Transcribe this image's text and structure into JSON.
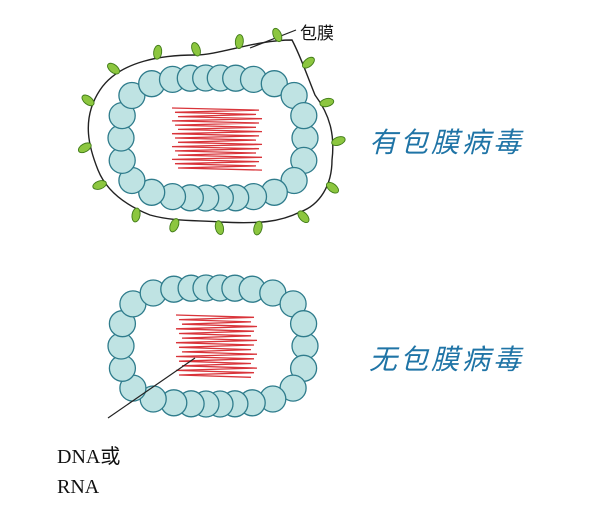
{
  "labels": {
    "envelope": "包膜",
    "enveloped_virus": "有包膜病毒",
    "non_enveloped_virus": "无包膜病毒",
    "nucleic_acid_line1": "DNA或",
    "nucleic_acid_line2": "RNA"
  },
  "colors": {
    "capsomere_fill": "#bfe3e3",
    "capsomere_stroke": "#2f7c8c",
    "nucleic_acid": "#d9343a",
    "spike_fill": "#8cc63f",
    "spike_stroke": "#3f7a17",
    "envelope_line": "#222222",
    "virus_label": "#1f74a6"
  },
  "icons": {
    "capsomere": "circle",
    "spike": "leaf-ellipse"
  }
}
